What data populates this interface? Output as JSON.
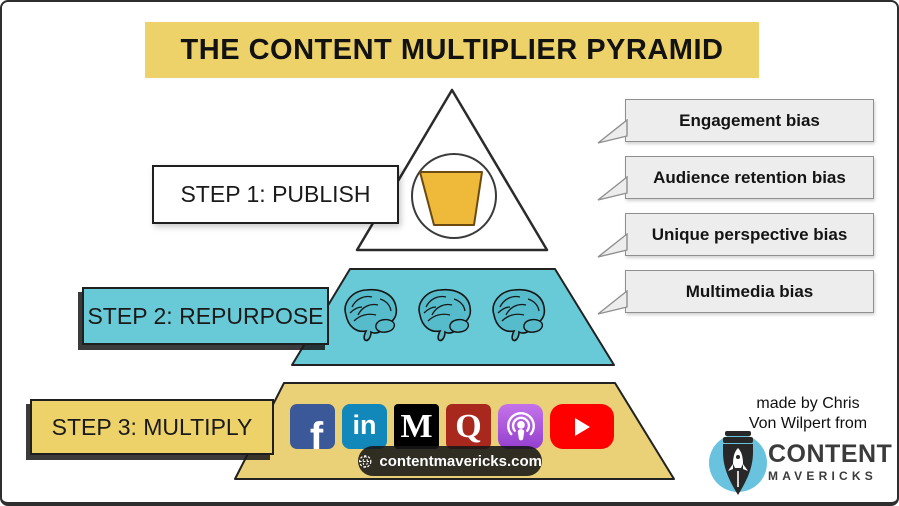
{
  "title": "THE CONTENT MULTIPLIER PYRAMID",
  "steps": [
    {
      "label": "STEP 1: PUBLISH"
    },
    {
      "label": "STEP 2: REPURPOSE"
    },
    {
      "label": "STEP 3: MULTIPLY"
    }
  ],
  "bubbles": [
    {
      "label": "Engagement bias"
    },
    {
      "label": "Audience retention bias"
    },
    {
      "label": "Unique perspective bias"
    },
    {
      "label": "Multimedia bias"
    }
  ],
  "icons": [
    {
      "name": "facebook",
      "glyph": "f",
      "bg": "#3b5998"
    },
    {
      "name": "linkedin",
      "glyph": "in",
      "bg": "#1287b9"
    },
    {
      "name": "medium",
      "glyph": "M",
      "bg": "#000000"
    },
    {
      "name": "quora",
      "glyph": "Q",
      "bg": "#a8281e"
    },
    {
      "name": "apple-podcasts",
      "bg_top": "#c473e9",
      "bg_bottom": "#9440cf"
    },
    {
      "name": "youtube",
      "bg": "#ff0000"
    }
  ],
  "website": {
    "label": "contentmavericks.com"
  },
  "credit": {
    "line1": "made by Chris",
    "line2": "Von Wilpert from"
  },
  "logo": {
    "word1": "CONTENT",
    "word2": "MAVERICKS"
  },
  "colors": {
    "banner_yellow": "#edd169",
    "tier_top_white": "#ffffff",
    "tier_cyan": "#68cad7",
    "tier_yellow": "#ead178",
    "glass_gold": "#efb93a",
    "bubble_gray": "#ededed",
    "logo_blue": "#6ac3de",
    "pill_dark": "#161616"
  }
}
